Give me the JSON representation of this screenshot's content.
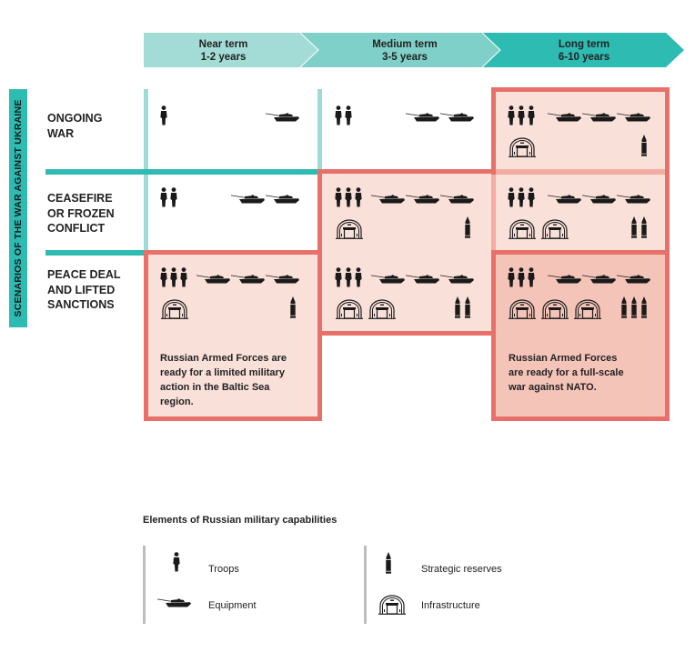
{
  "header": {
    "phases": [
      {
        "title": "Near term",
        "range": "1-2 years",
        "color": "#a3dcd6"
      },
      {
        "title": "Medium term",
        "range": "3-5 years",
        "color": "#7fd0c8"
      },
      {
        "title": "Long term",
        "range": "6-10 years",
        "color": "#2dbbb2"
      }
    ]
  },
  "side_label": "SCENARIOS OF THE WAR AGAINST UKRAINE",
  "scenarios": [
    {
      "label_lines": [
        "ONGOING",
        "WAR"
      ]
    },
    {
      "label_lines": [
        "CEASEFIRE",
        "OR FROZEN",
        "CONFLICT"
      ]
    },
    {
      "label_lines": [
        "PEACE DEAL",
        "AND LIFTED",
        "SANCTIONS"
      ]
    }
  ],
  "grid": [
    [
      {
        "troops": 1,
        "equipment": 1,
        "infrastructure": 0,
        "reserves": 0,
        "highlight": "none"
      },
      {
        "troops": 2,
        "equipment": 2,
        "infrastructure": 0,
        "reserves": 0,
        "highlight": "none"
      },
      {
        "troops": 3,
        "equipment": 3,
        "infrastructure": 1,
        "reserves": 1,
        "highlight": "light"
      }
    ],
    [
      {
        "troops": 2,
        "equipment": 2,
        "infrastructure": 0,
        "reserves": 0,
        "highlight": "none"
      },
      {
        "troops": 3,
        "equipment": 3,
        "infrastructure": 1,
        "reserves": 1,
        "highlight": "light"
      },
      {
        "troops": 3,
        "equipment": 3,
        "infrastructure": 2,
        "reserves": 2,
        "highlight": "light"
      }
    ],
    [
      {
        "troops": 3,
        "equipment": 3,
        "infrastructure": 1,
        "reserves": 1,
        "highlight": "light"
      },
      {
        "troops": 3,
        "equipment": 3,
        "infrastructure": 2,
        "reserves": 2,
        "highlight": "light"
      },
      {
        "troops": 3,
        "equipment": 3,
        "infrastructure": 3,
        "reserves": 3,
        "highlight": "dark"
      }
    ]
  ],
  "notes": {
    "near_term": [
      "Russian Armed Forces are",
      "ready for a limited military",
      "action in the Baltic Sea",
      "region."
    ],
    "long_term": [
      "Russian Armed Forces",
      "are ready for a full-scale",
      "war against NATO."
    ]
  },
  "legend": {
    "title": "Elements of Russian military capabilities",
    "items": [
      {
        "icon": "troops-icon",
        "label": "Troops"
      },
      {
        "icon": "equipment-icon",
        "label": "Equipment"
      },
      {
        "icon": "strategic-reserves-icon",
        "label": "Strategic reserves"
      },
      {
        "icon": "infrastructure-icon",
        "label": "Infrastructure"
      }
    ]
  },
  "colors": {
    "teal": "#2dbbb2",
    "teal_light": "#9fdbd5",
    "red": "#e8706a",
    "fill_light": "#f9e0d9",
    "fill_dark": "#f4c4b9"
  }
}
